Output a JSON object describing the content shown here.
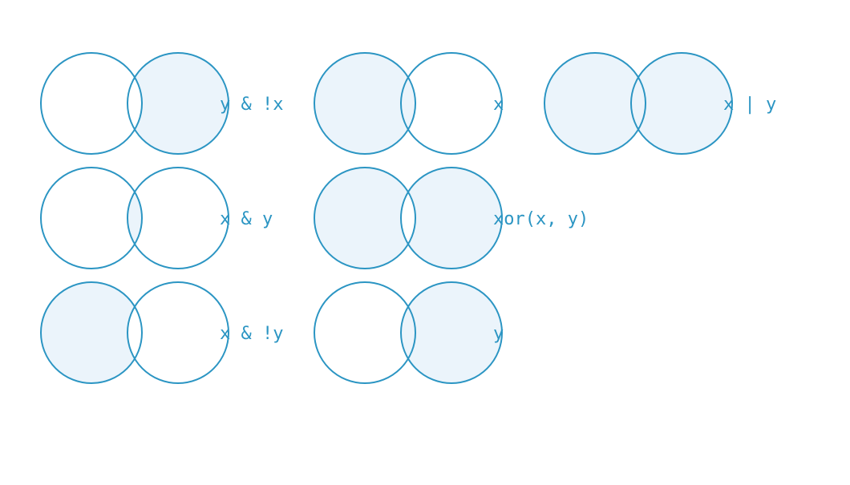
{
  "colors": {
    "stroke": "#2b95c3",
    "fill": "#ebf4fb",
    "label": "#2b95c3",
    "background": "#ffffff"
  },
  "venns": [
    {
      "id": "y-and-not-x",
      "label": "y & !x",
      "shaded": {
        "x_only": false,
        "both": false,
        "y_only": true
      }
    },
    {
      "id": "x",
      "label": "x",
      "shaded": {
        "x_only": true,
        "both": true,
        "y_only": false
      }
    },
    {
      "id": "x-or-y",
      "label": "x | y",
      "shaded": {
        "x_only": true,
        "both": true,
        "y_only": true
      }
    },
    {
      "id": "x-and-y",
      "label": "x & y",
      "shaded": {
        "x_only": false,
        "both": true,
        "y_only": false
      }
    },
    {
      "id": "xor-x-y",
      "label": "xor(x, y)",
      "shaded": {
        "x_only": true,
        "both": false,
        "y_only": true
      }
    },
    {
      "id": "x-and-not-y",
      "label": "x & !y",
      "shaded": {
        "x_only": true,
        "both": false,
        "y_only": false
      }
    },
    {
      "id": "y",
      "label": "y",
      "shaded": {
        "x_only": false,
        "both": true,
        "y_only": true
      }
    }
  ]
}
